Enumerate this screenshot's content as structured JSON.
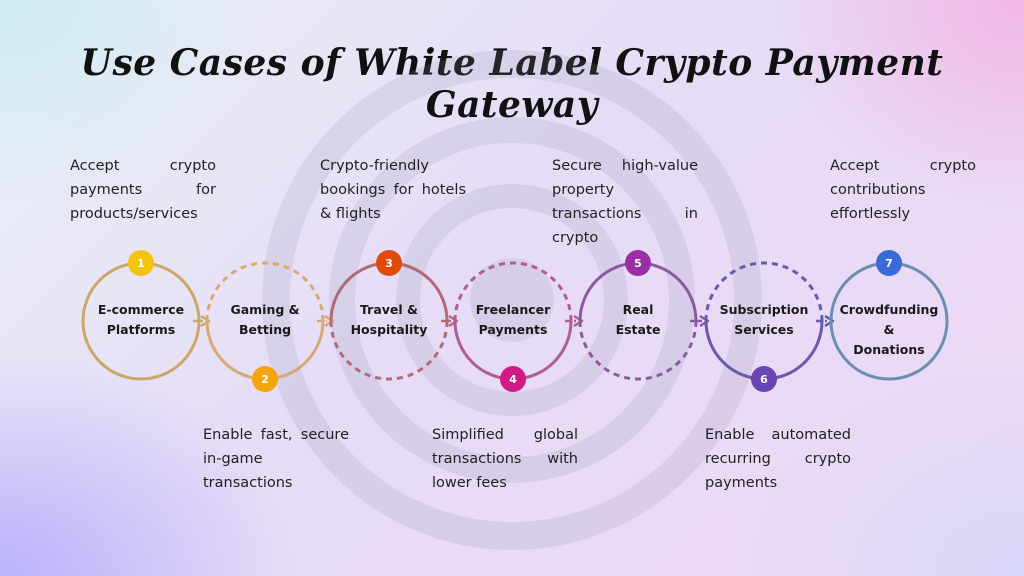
{
  "title": "Use Cases of White Label Crypto Payment Gateway",
  "colors": {
    "step1": "#f4c30c",
    "step2": "#f4a40c",
    "step3": "#e04a0c",
    "step4": "#d11a84",
    "step5": "#9a2fa5",
    "step6": "#6a45b4",
    "step7": "#3b6ad8"
  },
  "use_cases": [
    {
      "number": "1",
      "label_lines": [
        "E-commerce",
        "Platforms"
      ],
      "description": "Accept crypto payments for products/services",
      "icon": "gold-circle"
    },
    {
      "number": "2",
      "label_lines": [
        "Gaming &",
        "Betting"
      ],
      "description": "Enable fast, secure in-game transactions",
      "icon": "orange-circle"
    },
    {
      "number": "3",
      "label_lines": [
        "Travel &",
        "Hospitality"
      ],
      "description": "Crypto-friendly bookings for hotels & flights",
      "icon": "red-circle"
    },
    {
      "number": "4",
      "label_lines": [
        "Freelancer",
        "Payments"
      ],
      "description": "Simplified global transactions with lower fees",
      "icon": "magenta-circle"
    },
    {
      "number": "5",
      "label_lines": [
        "Real",
        "Estate"
      ],
      "description": "Secure high-value property transactions in crypto",
      "icon": "purple-circle"
    },
    {
      "number": "6",
      "label_lines": [
        "Subscription",
        "Services"
      ],
      "description": "Enable automated recurring crypto payments",
      "icon": "violet-circle"
    },
    {
      "number": "7",
      "label_lines": [
        "Crowdfunding &",
        "Donations"
      ],
      "description": "Accept crypto contributions effortlessly",
      "icon": "blue-circle"
    }
  ]
}
